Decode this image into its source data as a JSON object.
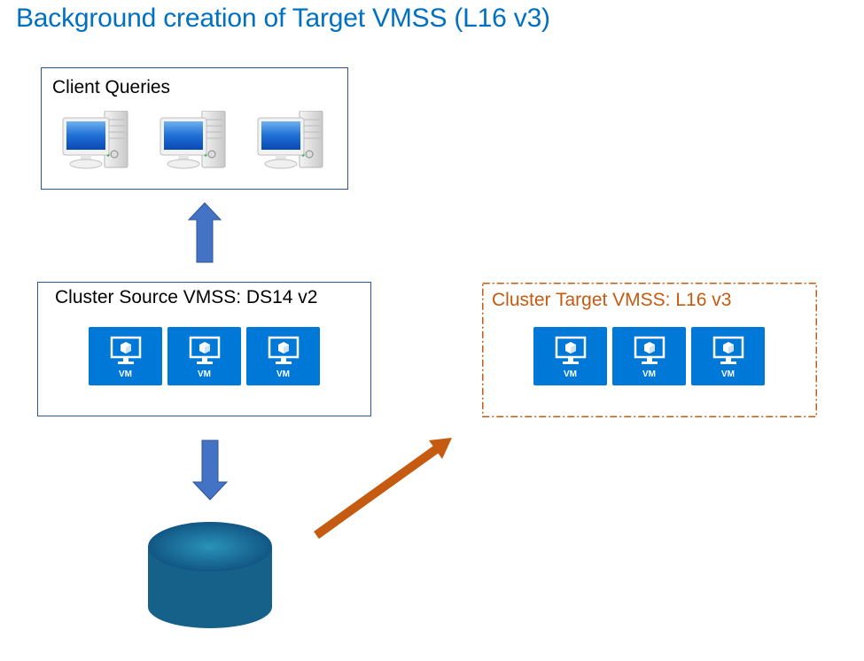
{
  "title": "Background creation of Target VMSS (L16 v3)",
  "client_box": {
    "label": "Client Queries",
    "computers": [
      {
        "icon": "desktop-computer-icon"
      },
      {
        "icon": "desktop-computer-icon"
      },
      {
        "icon": "desktop-computer-icon"
      }
    ]
  },
  "source_box": {
    "label": "Cluster Source VMSS: DS14 v2",
    "vms": [
      {
        "label": "VM",
        "icon": "vm-monitor-icon"
      },
      {
        "label": "VM",
        "icon": "vm-monitor-icon"
      },
      {
        "label": "VM",
        "icon": "vm-monitor-icon"
      }
    ]
  },
  "target_box": {
    "label": "Cluster Target VMSS: L16 v3",
    "vms": [
      {
        "label": "VM",
        "icon": "vm-monitor-icon"
      },
      {
        "label": "VM",
        "icon": "vm-monitor-icon"
      },
      {
        "label": "VM",
        "icon": "vm-monitor-icon"
      }
    ]
  },
  "storage": {
    "icon": "database-cylinder-icon"
  },
  "arrows": [
    {
      "name": "source-to-clients",
      "direction": "up",
      "icon": "arrow-up-icon"
    },
    {
      "name": "source-to-storage",
      "direction": "down",
      "icon": "arrow-down-icon"
    },
    {
      "name": "storage-to-target",
      "direction": "up-right",
      "icon": "arrow-diagonal-icon"
    }
  ],
  "colors": {
    "title": "#0070c0",
    "box_border": "#2f5597",
    "target_accent": "#c55a11",
    "vm_tile": "#0078d7",
    "flow_arrow": "#4472c4",
    "database": "#15618a"
  }
}
